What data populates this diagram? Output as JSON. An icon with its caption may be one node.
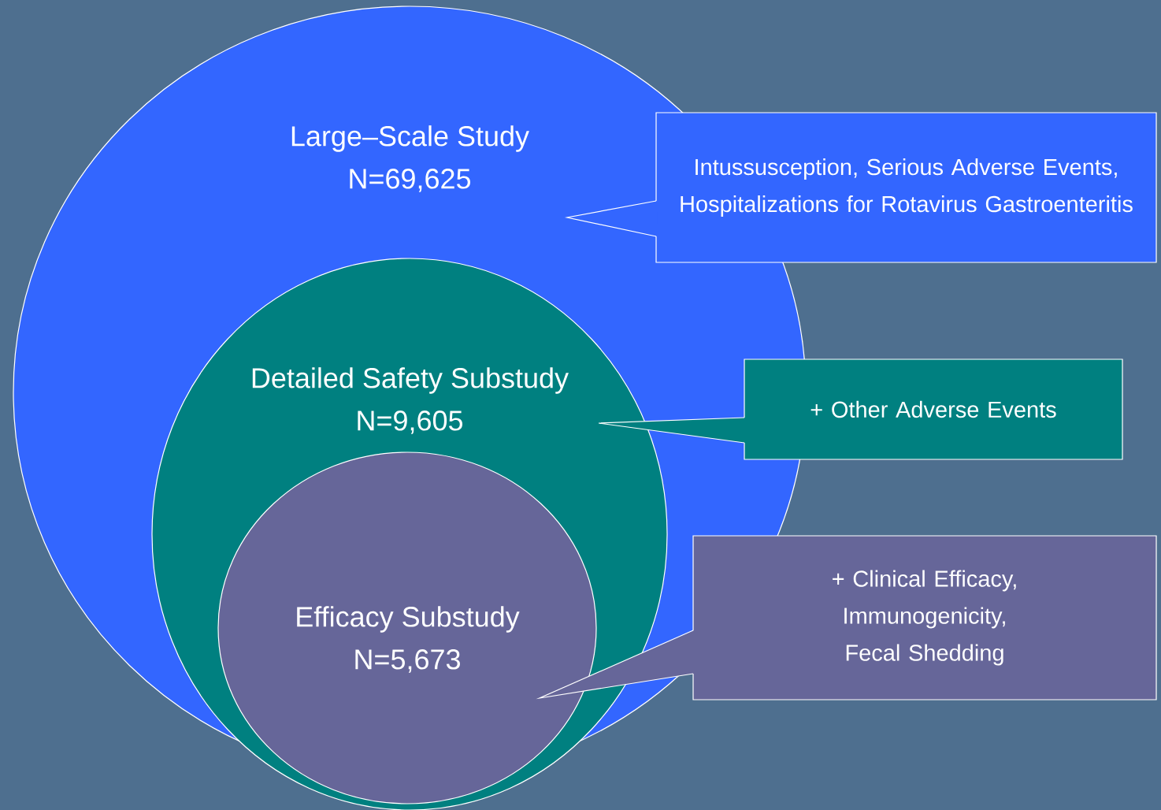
{
  "diagram": {
    "nodes": [
      {
        "text": [
          "Large–Scale Study",
          "N=69,625"
        ]
      },
      {
        "text": [
          "Detailed Safety Substudy",
          "N=9,605"
        ],
        "in": 0
      },
      {
        "text": [
          "Efficacy Substudy",
          "N=5,673"
        ],
        "in": 1
      },
      {
        "text": [
          "Intussusception, Serious Adverse Events, Hospitalizations for Rotavirus Gastroenteritis"
        ]
      },
      {
        "text": [
          "+ Other Adverse Events"
        ]
      },
      {
        "text": [
          "+ Clinical Efficacy, Immunogenicity, Fecal Shedding"
        ]
      }
    ]
  }
}
